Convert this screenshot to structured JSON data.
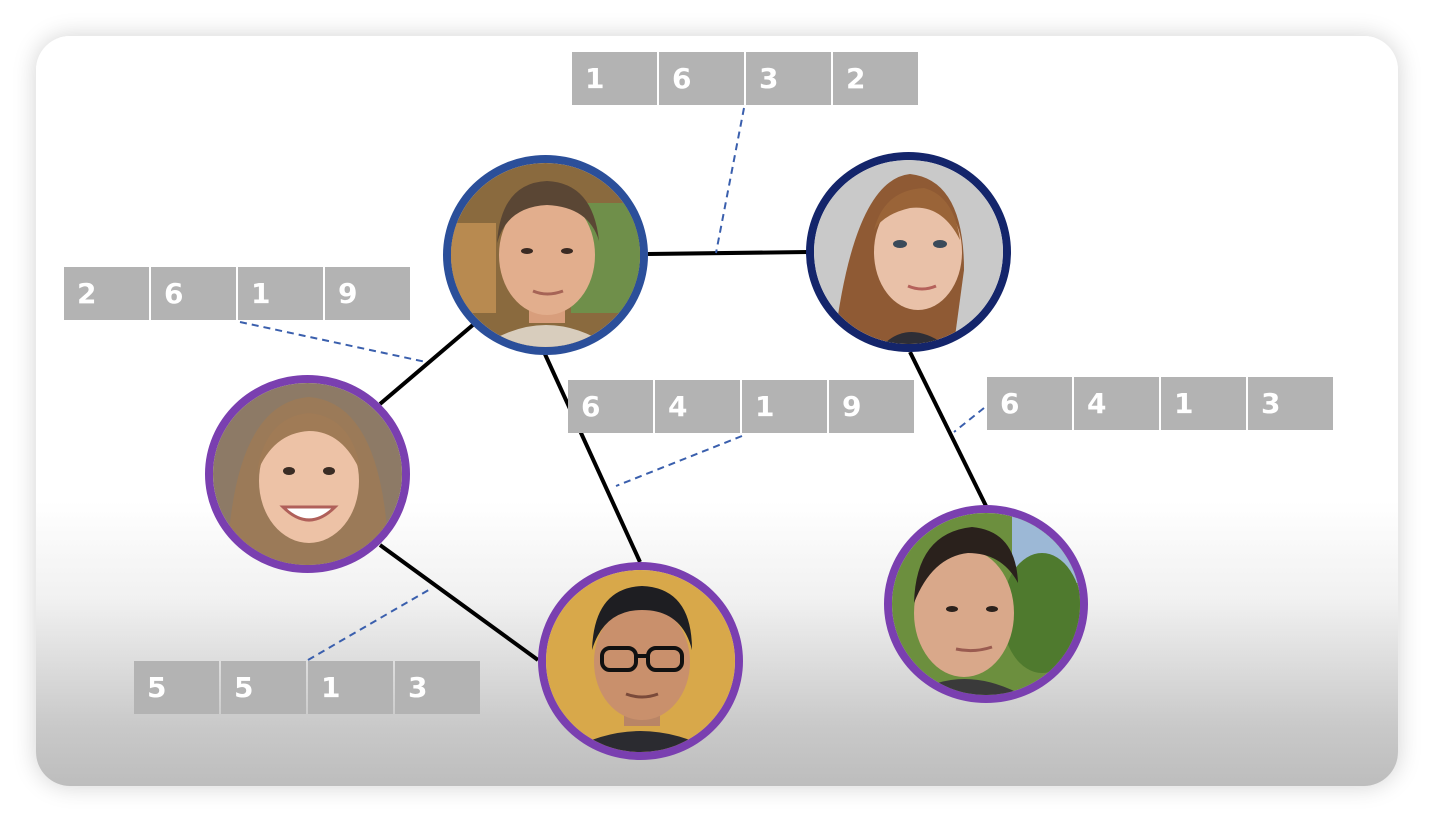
{
  "colors": {
    "ring_blue": "#2b4f9a",
    "ring_navy": "#14256b",
    "ring_purple": "#7a3fb0",
    "edge": "#000000",
    "link_dashed": "#3a5fad",
    "cell_bg": "#b3b3b3",
    "cell_text": "#ffffff"
  },
  "nodes": [
    {
      "id": "n1",
      "icon": "man-short-hair-portrait",
      "ring": "blue"
    },
    {
      "id": "n2",
      "icon": "woman-red-hair-portrait",
      "ring": "navy"
    },
    {
      "id": "n3",
      "icon": "smiling-woman-portrait",
      "ring": "purple"
    },
    {
      "id": "n4",
      "icon": "man-glasses-portrait",
      "ring": "purple"
    },
    {
      "id": "n5",
      "icon": "young-man-portrait",
      "ring": "purple"
    }
  ],
  "edges": [
    [
      "n1",
      "n2"
    ],
    [
      "n1",
      "n3"
    ],
    [
      "n1",
      "n4"
    ],
    [
      "n3",
      "n4"
    ],
    [
      "n2",
      "n5"
    ]
  ],
  "vectors": [
    {
      "id": "v1",
      "values": [
        "1",
        "6",
        "3",
        "2"
      ],
      "edge": "n1-n2"
    },
    {
      "id": "v2",
      "values": [
        "2",
        "6",
        "1",
        "9"
      ],
      "edge": "n1-n3"
    },
    {
      "id": "v3",
      "values": [
        "6",
        "4",
        "1",
        "9"
      ],
      "edge": "n1-n4"
    },
    {
      "id": "v4",
      "values": [
        "6",
        "4",
        "1",
        "3"
      ],
      "edge": "n2-n5"
    },
    {
      "id": "v5",
      "values": [
        "5",
        "5",
        "1",
        "3"
      ],
      "edge": "n3-n4"
    }
  ]
}
